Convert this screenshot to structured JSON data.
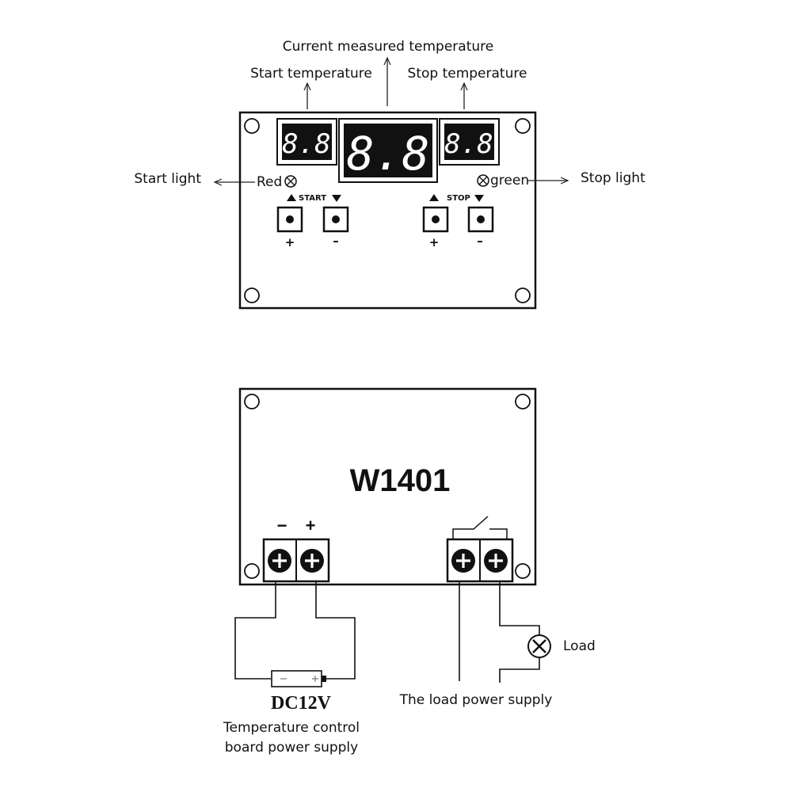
{
  "top_labels": {
    "current": "Current measured temperature",
    "start": "Start temperature",
    "stop": "Stop temperature",
    "start_light": "Start light",
    "stop_light": "Stop light",
    "red": "Red",
    "green": "green"
  },
  "displays": {
    "left": "8.8",
    "center": "8.8",
    "right": "8.8"
  },
  "buttons": {
    "start_group": "START",
    "stop_group": "STOP",
    "plus": "+",
    "minus": "–"
  },
  "bottom_board": {
    "model": "W1401",
    "minus": "−",
    "plus": "+"
  },
  "power": {
    "voltage": "DC12V",
    "caption_line1": "Temperature control",
    "caption_line2": "board power supply"
  },
  "load": {
    "label": "Load",
    "supply": "The load power supply"
  }
}
